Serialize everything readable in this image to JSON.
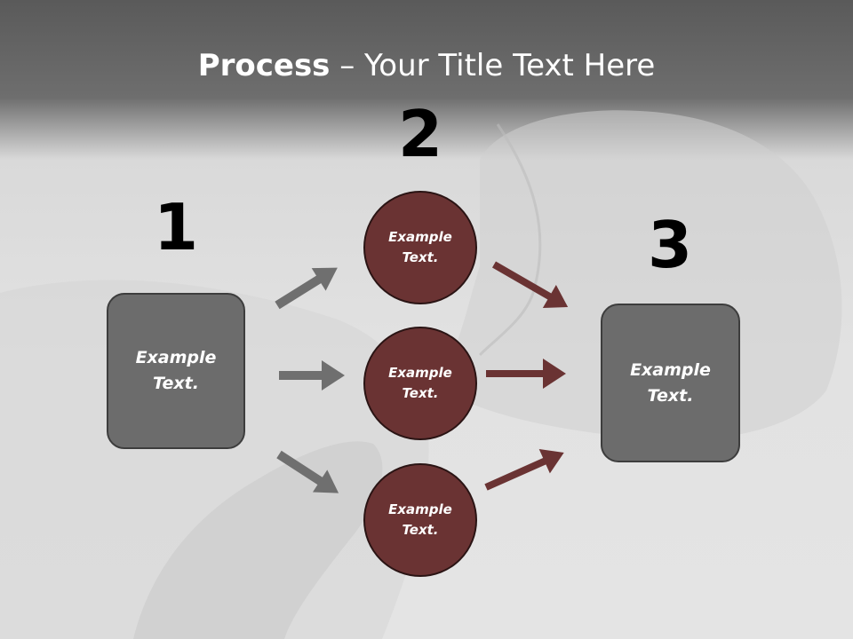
{
  "title": {
    "bold": "Process",
    "rest": " – Your Title Text Here"
  },
  "steps": [
    {
      "number": "1",
      "label": "Example Text."
    },
    {
      "number": "2",
      "items": [
        "Example Text.",
        "Example Text.",
        "Example Text."
      ]
    },
    {
      "number": "3",
      "label": "Example Text."
    }
  ],
  "colors": {
    "box": "#6c6c6c",
    "circle": "#6a3333",
    "arrow_gray": "#6f6f6f",
    "arrow_red": "#6a3333"
  }
}
